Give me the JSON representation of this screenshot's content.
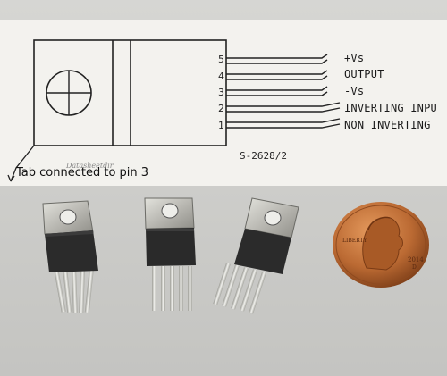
{
  "diagram": {
    "pins": [
      {
        "number": "5",
        "label": "+Vs"
      },
      {
        "number": "4",
        "label": "OUTPUT"
      },
      {
        "number": "3",
        "label": "-Vs"
      },
      {
        "number": "2",
        "label": "INVERTING INPU"
      },
      {
        "number": "1",
        "label": "NON INVERTING"
      }
    ],
    "part_code": "S-2628/2",
    "tab_note": "Tab connected to pin 3",
    "watermark": "Datasheetdir"
  },
  "coin": {
    "motto": "LIBERTY",
    "year": "2014",
    "mint_mark": "D"
  },
  "colors": {
    "paper": "#f3f2ee",
    "background": "#cfcfcc",
    "ink": "#1a1a1a",
    "copper": "#b5652e"
  }
}
